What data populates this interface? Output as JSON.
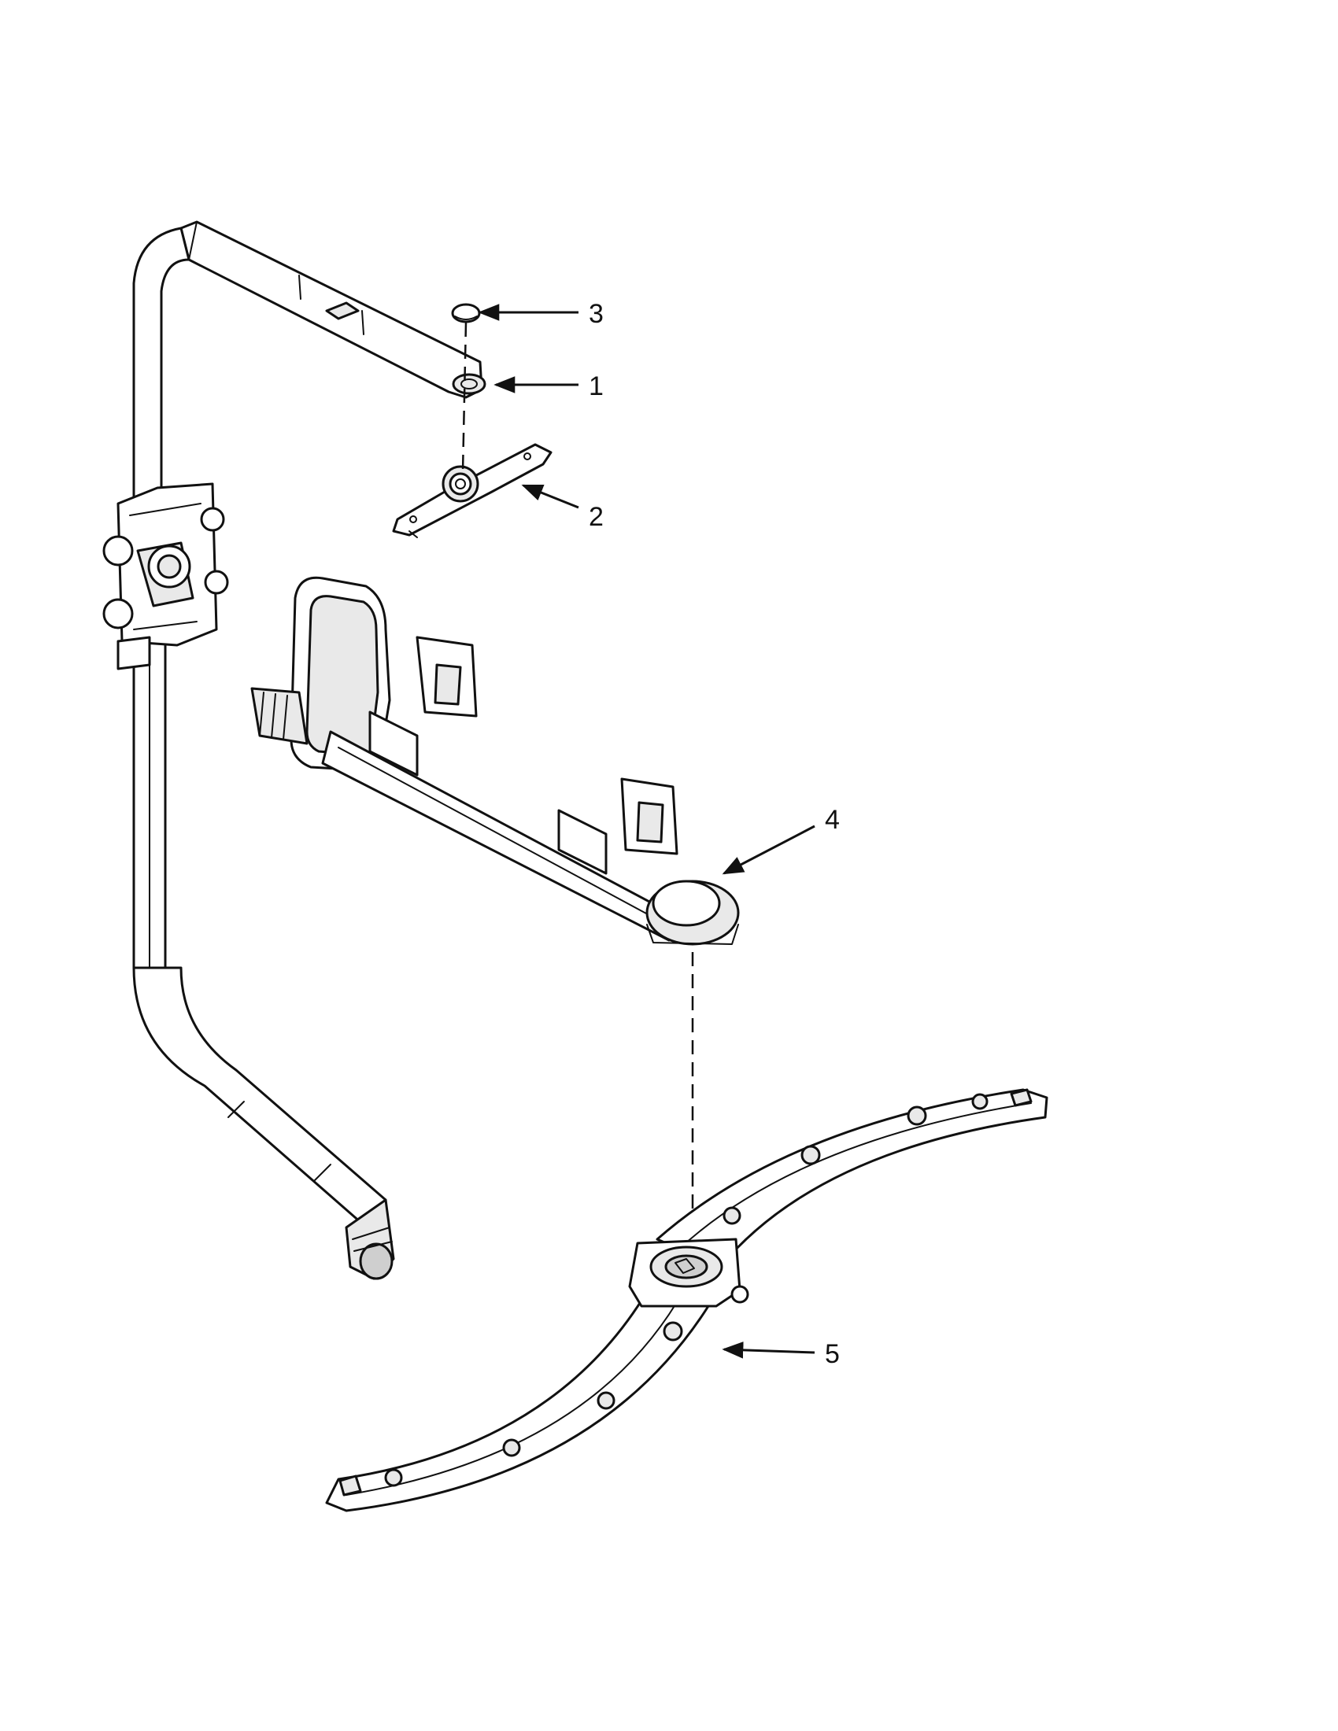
{
  "diagram": {
    "callouts": [
      {
        "id": "3",
        "label": "3"
      },
      {
        "id": "1",
        "label": "1"
      },
      {
        "id": "2",
        "label": "2"
      },
      {
        "id": "4",
        "label": "4"
      },
      {
        "id": "5",
        "label": "5"
      }
    ],
    "parts": [
      {
        "callout": "1",
        "icon": "spray-arm-supply-tube"
      },
      {
        "callout": "2",
        "icon": "mounting-bracket"
      },
      {
        "callout": "3",
        "icon": "cap-plug"
      },
      {
        "callout": "4",
        "icon": "mid-level-spray-arm-manifold"
      },
      {
        "callout": "5",
        "icon": "lower-spray-arm"
      }
    ]
  }
}
